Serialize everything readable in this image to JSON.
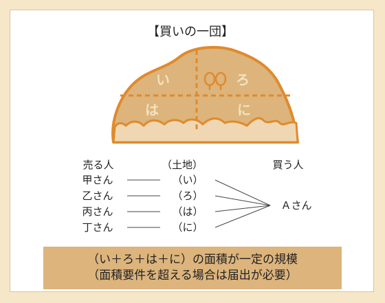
{
  "title": "【買いの一団】",
  "parcels": [
    {
      "label": "い"
    },
    {
      "label": "ろ"
    },
    {
      "label": "は"
    },
    {
      "label": "に"
    }
  ],
  "headers": {
    "seller": "売る人",
    "land": "（土地）",
    "buyer": "買う人"
  },
  "rows": [
    {
      "seller": "甲さん",
      "land": "（い）"
    },
    {
      "seller": "乙さん",
      "land": "（ろ）"
    },
    {
      "seller": "丙さん",
      "land": "（は）"
    },
    {
      "seller": "丁さん",
      "land": "（に）"
    }
  ],
  "buyer_name": "Ａさん",
  "note": {
    "line1": "（い＋ろ＋は＋に）の面積が一定の規模",
    "line2": "（面積要件を超える場合は届出が必要）"
  },
  "colors": {
    "background": "#f6e7c9",
    "land_fill": "#dcb47c",
    "land_outline": "#e08a2c",
    "parcel_text": "#f3e2bd",
    "note_fill": "#dcb47c"
  }
}
